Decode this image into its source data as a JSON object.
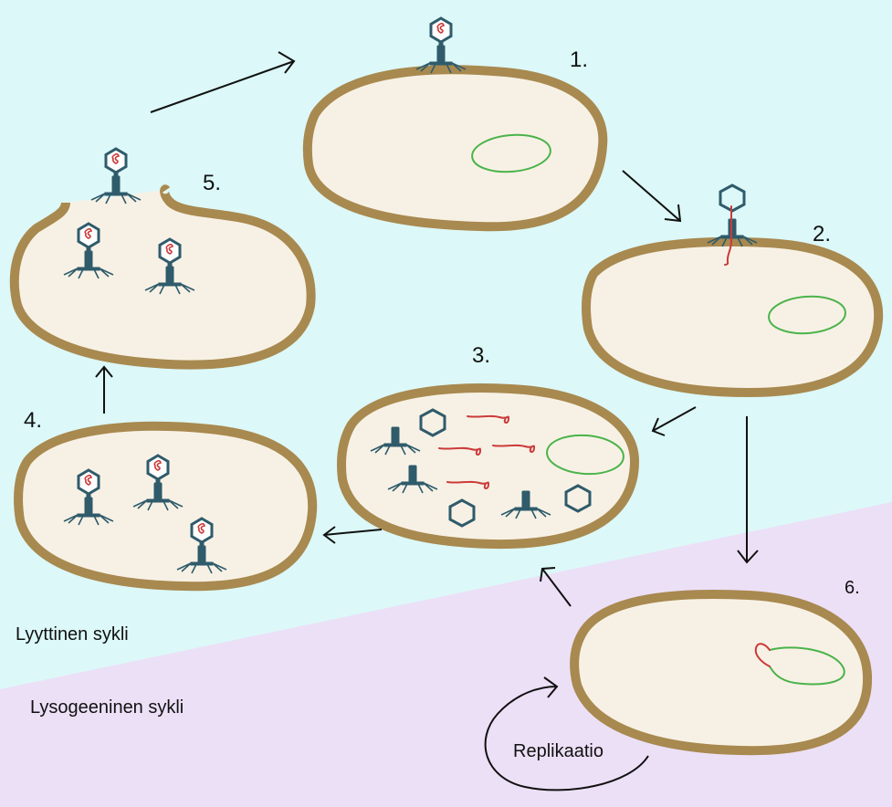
{
  "stages": [
    {
      "number": "1."
    },
    {
      "number": "2."
    },
    {
      "number": "3."
    },
    {
      "number": "4."
    },
    {
      "number": "5."
    },
    {
      "number": "6."
    }
  ],
  "regions": {
    "lytic": "Lyyttinen sykli",
    "lysogenic": "Lysogeeninen sykli"
  },
  "replication": "Replikaatio",
  "colors": {
    "lytic_bg": "#dcf8f8",
    "lysogenic_bg": "#ece0f7",
    "cell_fill": "#f7f1e5",
    "cell_wall": "#a8894f",
    "bacterial_dna": "#4ab34a",
    "phage_dna": "#cc3a3a",
    "phage": "#2f5b6b"
  },
  "icons": [
    "bacteriophage-icon",
    "capsid-icon",
    "arrow-icon",
    "curved-arrow-icon"
  ]
}
